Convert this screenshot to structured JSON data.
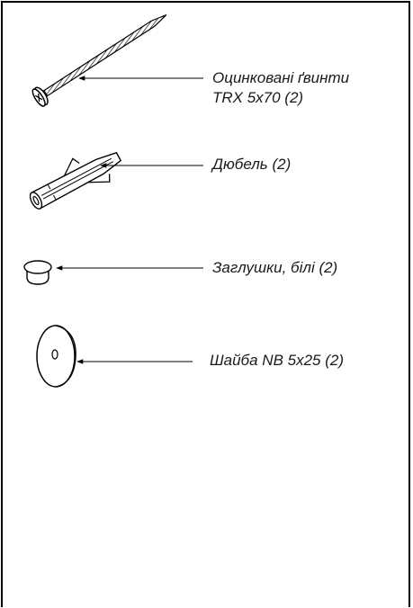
{
  "parts": [
    {
      "name": "screw",
      "label_line1": "Оцинковані ґвинти",
      "label_line2": "TRX 5x70 (2)",
      "icon": "screw-icon"
    },
    {
      "name": "dowel",
      "label_line1": "Дюбель (2)",
      "icon": "wall-plug-icon"
    },
    {
      "name": "cap",
      "label_line1": "Заглушки, білі (2)",
      "icon": "cover-cap-icon"
    },
    {
      "name": "washer",
      "label_line1": "Шайба NB 5x25 (2)",
      "icon": "washer-icon"
    }
  ],
  "colors": {
    "line": "#000000",
    "text": "#1a1a1a",
    "background": "#ffffff"
  }
}
